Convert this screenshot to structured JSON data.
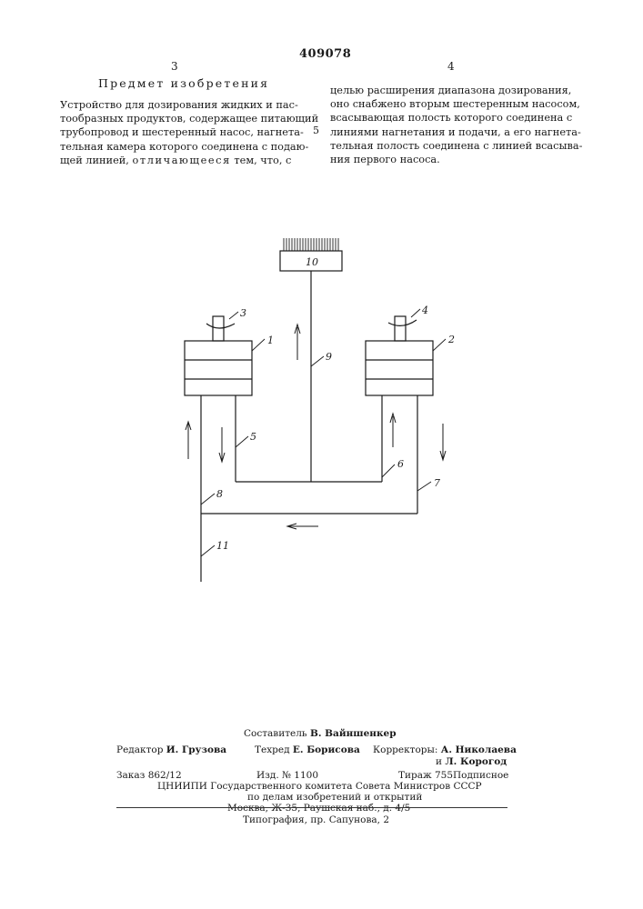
{
  "header": {
    "patent_number": "409078",
    "col_left": "3",
    "col_right": "4"
  },
  "heading": "Предмет изобретения",
  "left_column": {
    "lines": [
      "Устройство для дозирования жидких и пас-",
      "тообразных продуктов, содержащее питающий",
      "трубопровод и шестеренный насос, нагнета-",
      "тельная камера которого соединена с подаю-",
      "щей линией,"
    ],
    "emphasis": "отличающееся",
    "tail": "тем, что, с"
  },
  "margin_number": "5",
  "right_column": {
    "lines": [
      "целью расширения диапазона дозирования,",
      "оно снабжено вторым шестеренным насосом,",
      "всасывающая полость которого соединена с",
      "линиями нагнетания и подачи, а его нагнета-",
      "тельная полость соединена с линией всасыва-",
      "ния первого насоса."
    ]
  },
  "figure": {
    "labels": {
      "l1": "1",
      "l2": "2",
      "l3": "3",
      "l4": "4",
      "l5": "5",
      "l6": "6",
      "l7": "7",
      "l8": "8",
      "l9": "9",
      "l10": "10",
      "l11": "11"
    }
  },
  "footer": {
    "compiler_label": "Составитель",
    "compiler_name": "В. Вайншенкер",
    "editor_label": "Редактор",
    "editor_name": "И. Грузова",
    "techred_label": "Техред",
    "techred_name": "Е. Борисова",
    "correctors_label": "Корректоры:",
    "corrector_1": "А. Николаева",
    "corrector_2_prefix": "и",
    "corrector_2": "Л. Корогод",
    "order": "Заказ 862/12",
    "izd": "Изд. № 1100",
    "tirazh": "Тираж 755",
    "subscription": "Подписное",
    "org_line_1": "ЦНИИПИ Государственного комитета Совета Министров СССР",
    "org_line_2": "по делам изобретений и открытий",
    "org_line_3": "Москва, Ж-35, Раушская наб., д. 4/5",
    "printer": "Типография, пр. Сапунова, 2"
  }
}
